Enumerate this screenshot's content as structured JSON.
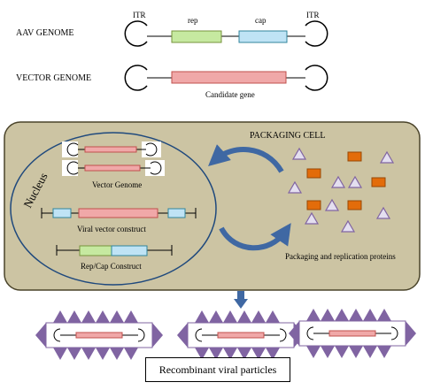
{
  "colors": {
    "rep": "#c6e9a0",
    "cap": "#bfe3f5",
    "gene": "#f0a8a8",
    "cell_fill": "#ccc4a3",
    "arrow": "#3f68a3",
    "protein_square": "#e36c0a",
    "protein_triangle": "#e4dff0"
  },
  "icons": [
    "itr-loop-icon",
    "triangle-protein-icon",
    "square-protein-icon",
    "cycle-arrow-icon",
    "down-arrow-icon"
  ],
  "top": {
    "aav_label": "AAV GENOME",
    "vector_label": "VECTOR GENOME",
    "itr_left": "ITR",
    "itr_right": "ITR",
    "rep": "rep",
    "cap": "cap",
    "candidate_gene": "Candidate gene"
  },
  "cell": {
    "title": "PACKAGING CELL",
    "nucleus": "Nucleus",
    "vector_genome": "Vector Genome",
    "viral_vector_construct": "Viral vector construct",
    "rep_cap_construct": "Rep/Cap Construct",
    "packaging_proteins": "Packaging and replication  proteins"
  },
  "result": {
    "caption": "Recombinant viral particles"
  }
}
